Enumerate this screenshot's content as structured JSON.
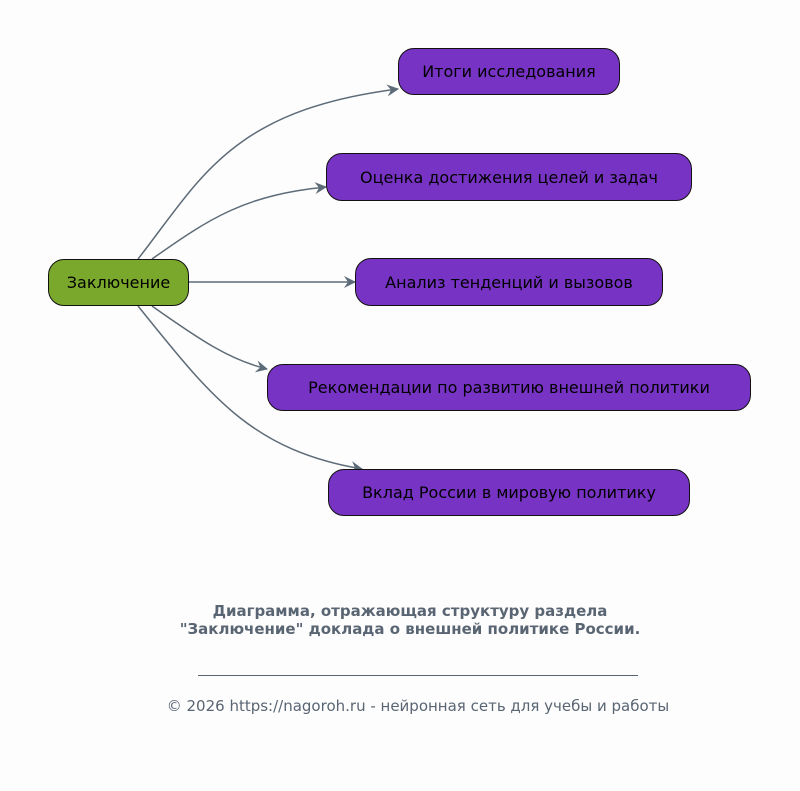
{
  "diagram": {
    "root": {
      "label": "Заключение",
      "color": "#7aa82c"
    },
    "children": [
      {
        "label": "Итоги исследования"
      },
      {
        "label": "Оценка достижения целей и задач"
      },
      {
        "label": "Анализ тенденций и вызовов"
      },
      {
        "label": "Рекомендации по развитию внешней политики"
      },
      {
        "label": "Вклад России в мировую политику"
      }
    ],
    "child_color": "#7733c4",
    "edge_color": "#5d6b78"
  },
  "caption": "Диаграмма, отражающая структуру раздела \"Заключение\" доклада о внешней политике России.",
  "footer": "© 2026 https://nagoroh.ru - нейронная сеть для учебы и работы"
}
